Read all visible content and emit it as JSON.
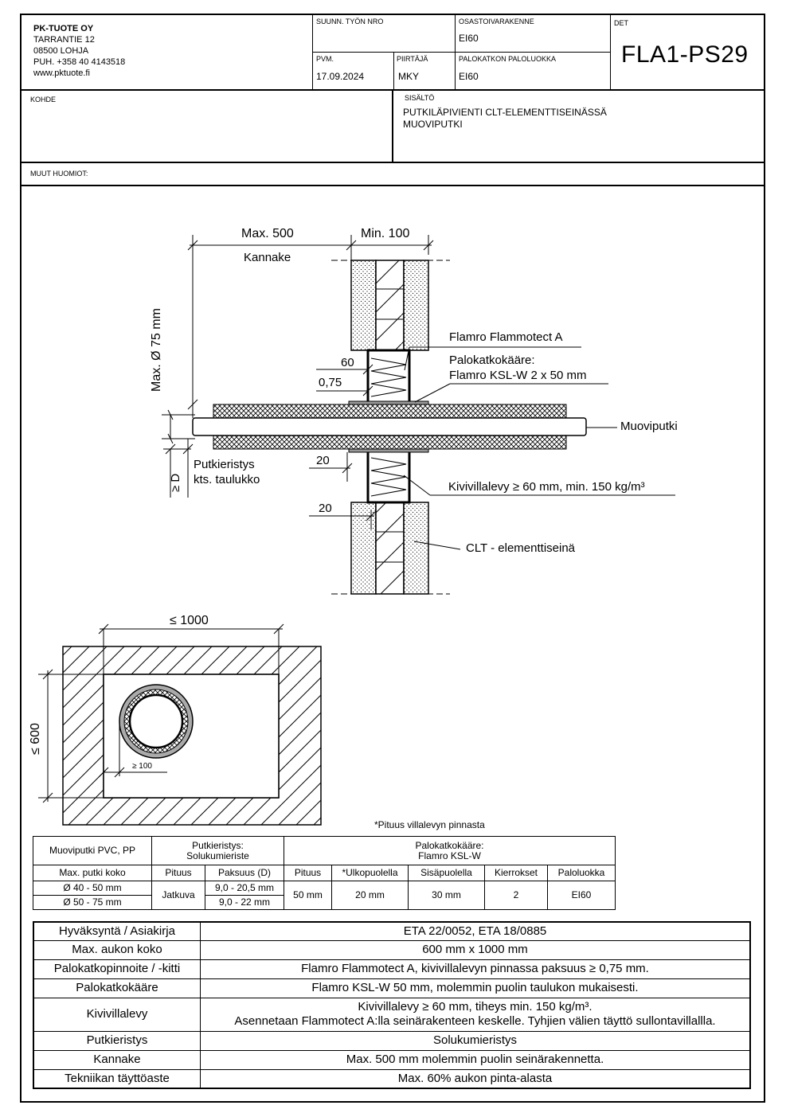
{
  "header": {
    "company": {
      "name": "PK-TUOTE OY",
      "street": "TARRANTIE 12",
      "city": "08500 LOHJA",
      "phone": "PUH. +358 40 4143518",
      "web": "www.pktuote.fi"
    },
    "suunn_label": "SUUNN. TYÖN NRO",
    "suunn_value": "",
    "osasto_label": "OSASTOIVARAKENNE",
    "osasto_value": "EI60",
    "det_label": "DET",
    "det_value": "FLA1-PS29",
    "pvm_label": "PVM.",
    "pvm_value": "17.09.2024",
    "piirtaja_label": "PIIRTÄJÄ",
    "piirtaja_value": "MKY",
    "paloluokka_label": "PALOKATKON PALOLUOKKA",
    "paloluokka_value": "EI60",
    "kohde_label": "KOHDE",
    "kohde_value": "",
    "sisalto_label": "SISÄLTÖ",
    "sisalto_line1": "PUTKILÄPIVIENTI CLT-ELEMENTTISEINÄSSÄ",
    "sisalto_line2": "MUOVIPUTKI",
    "muut_label": "MUUT HUOMIOT:",
    "muut_value": ""
  },
  "drawing": {
    "dim_max500": "Max. 500",
    "dim_min100": "Min. 100",
    "kannake": "Kannake",
    "max_d75": "Max. Ø 75 mm",
    "flammotect": "Flamro Flammotect A",
    "dim_60": "60",
    "palokatkokaare": "Palokatkokääre:",
    "ksl_w": "Flamro KSL-W 2 x 50 mm",
    "dim_075": "0,75",
    "muoviputki": "Muoviputki",
    "dim_20a": "20",
    "putkieristys": "Putkieristys",
    "kts_taulukko": "kts. taulukko",
    "ge_d": "≥ D",
    "kivivilla": "Kivivillalevy ≥ 60 mm, min. 150 kg/m³",
    "dim_20b": "20",
    "clt": "CLT - elementtiseinä",
    "dim_1000": "≤ 1000",
    "dim_600": "≤ 600",
    "dim_100": "≥ 100",
    "pituus_note": "*Pituus villalevyn pinnasta"
  },
  "table1": {
    "h_pipe": "Muoviputki PVC, PP",
    "h_insul1": "Putkieristys:",
    "h_insul2": "Solukumieriste",
    "h_wrap1": "Palokatkokääre:",
    "h_wrap2": "Flamro KSL-W",
    "h_max": "Max. putki koko",
    "h_pituus": "Pituus",
    "h_paksuus": "Paksuus (D)",
    "h_pituus2": "Pituus",
    "h_ulko": "*Ulkopuolella",
    "h_sisa": "Sisäpuolella",
    "h_kierr": "Kierrokset",
    "h_palo": "Paloluokka",
    "r1_size": "Ø 40 - 50 mm",
    "r2_size": "Ø 50 - 75 mm",
    "jatkuva": "Jatkuva",
    "r1_paksuus": "9,0 - 20,5 mm",
    "r2_paksuus": "9,0 - 22 mm",
    "pituus_val": "50 mm",
    "ulko_val": "20 mm",
    "sisa_val": "30 mm",
    "kierr_val": "2",
    "palo_val": "EI60"
  },
  "table2": [
    {
      "k": "Hyväksyntä / Asiakirja",
      "v": "ETA 22/0052, ETA 18/0885"
    },
    {
      "k": "Max. aukon koko",
      "v": "600 mm x 1000 mm"
    },
    {
      "k": "Palokatkopinnoite / -kitti",
      "v": "Flamro Flammotect A, kivivillalevyn pinnassa paksuus ≥ 0,75 mm."
    },
    {
      "k": "Palokatkokääre",
      "v": "Flamro KSL-W 50 mm, molemmin puolin taulukon mukaisesti."
    },
    {
      "k": "Kivivillalevy",
      "v": "Kivivillalevy ≥ 60 mm, tiheys min. 150 kg/m³.",
      "v2": "Asennetaan Flammotect A:lla seinärakenteen keskelle. Tyhjien välien täyttö sullontavillallla."
    },
    {
      "k": "Putkieristys",
      "v": "Solukumieristys"
    },
    {
      "k": "Kannake",
      "v": "Max. 500 mm molemmin puolin seinärakennetta."
    },
    {
      "k": "Tekniikan täyttöaste",
      "v": "Max. 60% aukon pinta-alasta"
    }
  ]
}
